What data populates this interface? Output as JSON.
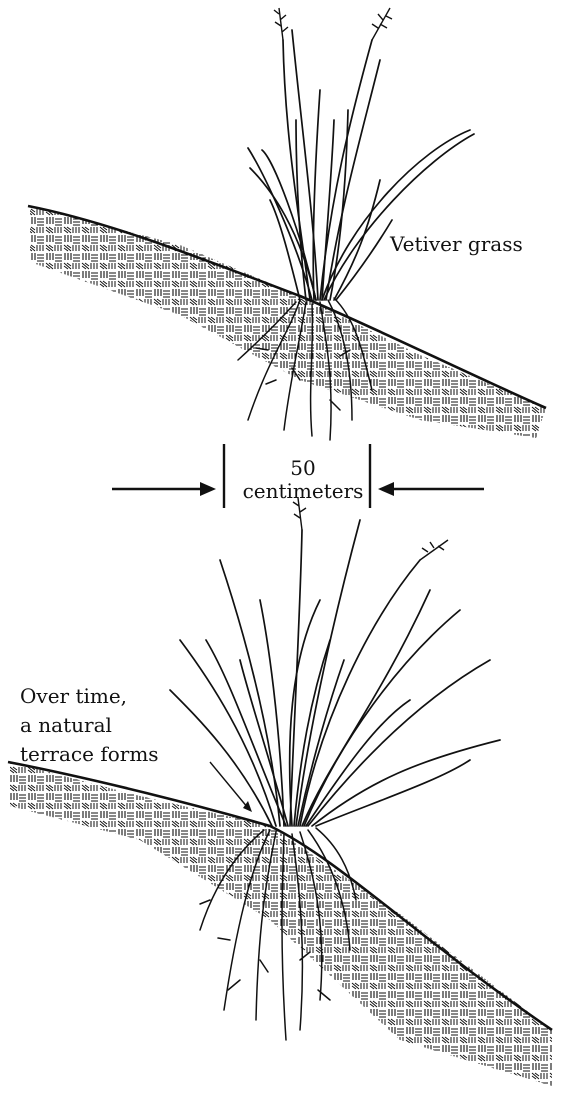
{
  "labels": {
    "vetiver_grass": "Vetiver grass",
    "measure_value": "50",
    "measure_unit": "centimeters",
    "terrace_line1": "Over time,",
    "terrace_line2": "a natural",
    "terrace_line3": "terrace forms"
  },
  "icons": [
    "arrow-right-icon",
    "arrow-left-icon"
  ],
  "colors": {
    "ink": "#111111",
    "background": "#ffffff"
  }
}
